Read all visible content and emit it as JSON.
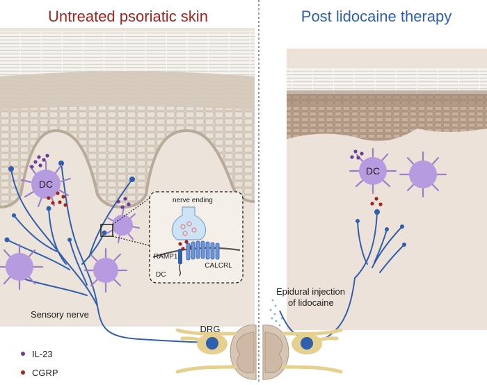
{
  "panels": {
    "left": {
      "title": "Untreated psoriatic skin"
    },
    "right": {
      "title": "Post lidocaine therapy"
    }
  },
  "labels": {
    "dc_left": "DC",
    "dc_right": "DC",
    "nerve_ending": "nerve ending",
    "ramp1": "RAMP1",
    "calcrl": "CALCRL",
    "dc_inset": "DC",
    "sensory_nerve": "Sensory nerve",
    "drg": "DRG",
    "epidural_line1": "Epidural injection",
    "epidural_line2": "of lidocaine"
  },
  "legend": [
    {
      "label": "IL-23",
      "color": "#6a3d9a"
    },
    {
      "label": "CGRP",
      "color": "#a3231f"
    }
  ],
  "colors": {
    "nerve": "#2f5fae",
    "dc_cell": "#b79be0",
    "ganglion": "#e6d08f",
    "epidermis": "#c9b59b",
    "dermis": "#eae0d6"
  }
}
